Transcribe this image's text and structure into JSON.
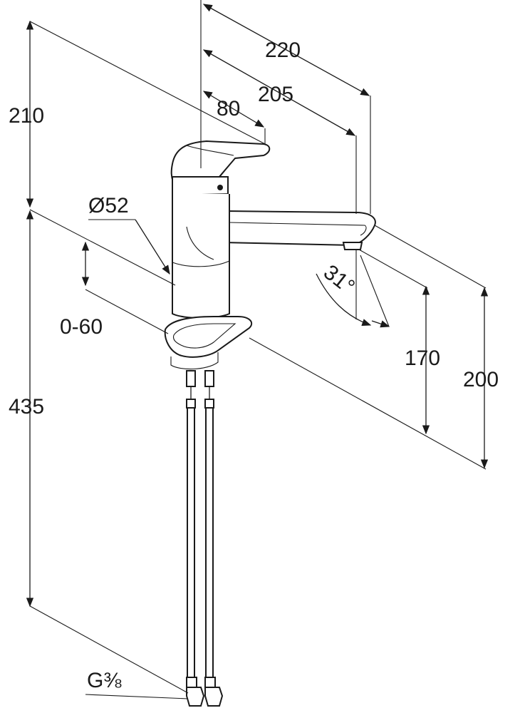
{
  "dimensions": {
    "height_total_above": "210",
    "length_220": "220",
    "length_205": "205",
    "length_80": "80",
    "diameter": "Ø52",
    "thickness_range": "0-60",
    "hose_length": "435",
    "spout_height_170": "170",
    "spout_height_200": "200",
    "angle": "31°",
    "thread": "G⅜"
  },
  "colors": {
    "line": "#1a1a1a",
    "background": "#ffffff"
  }
}
